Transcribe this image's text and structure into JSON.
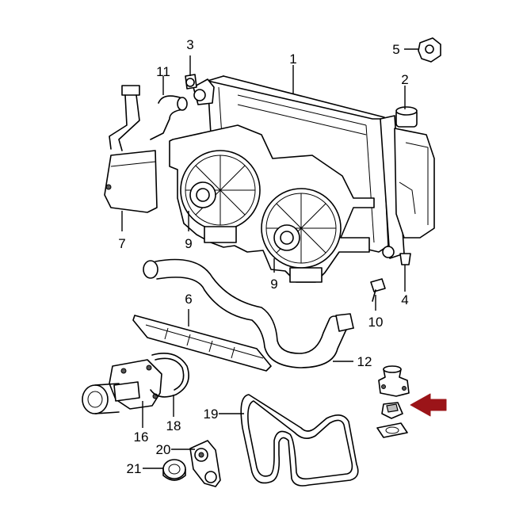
{
  "callouts": {
    "c1": "1",
    "c2": "2",
    "c3": "3",
    "c4": "4",
    "c5": "5",
    "c6": "6",
    "c7": "7",
    "c9a": "9",
    "c9b": "9",
    "c10": "10",
    "c11": "11",
    "c12": "12",
    "c16": "16",
    "c18": "18",
    "c19": "19",
    "c20": "20",
    "c21": "21"
  },
  "colors": {
    "line": "#000000",
    "background": "#ffffff",
    "arrow": "#9b1418"
  },
  "highlight": {
    "arrow_icon": "red-arrow-icon"
  }
}
